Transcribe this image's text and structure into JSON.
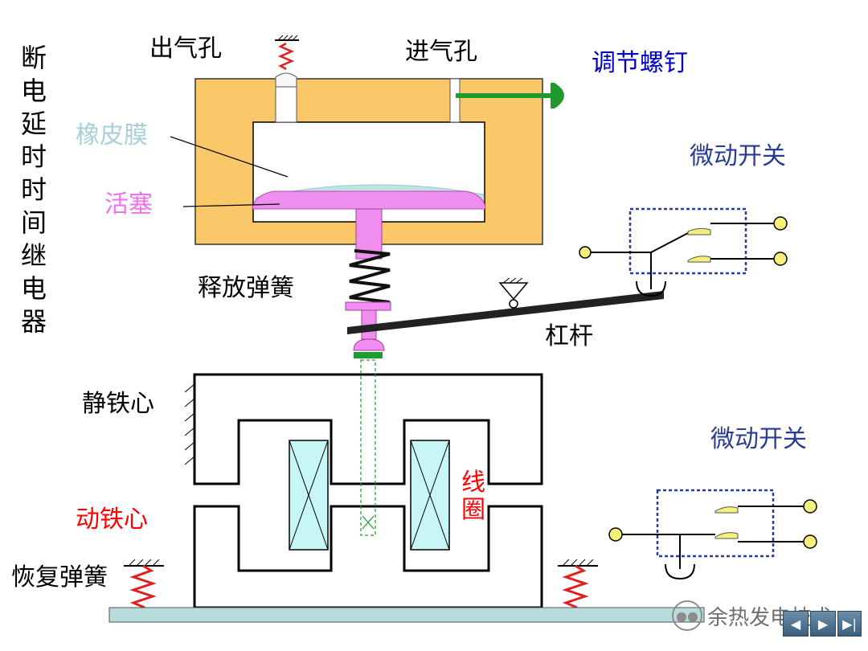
{
  "title": "断电延时时间继电器",
  "labels": {
    "outlet": "出气孔",
    "inlet": "进气孔",
    "adjust_screw": "调节螺钉",
    "rubber_membrane": "橡皮膜",
    "piston": "活塞",
    "micro_switch_top": "微动开关",
    "release_spring": "释放弹簧",
    "lever": "杠杆",
    "static_core": "静铁心",
    "micro_switch_bottom": "微动开关",
    "coil": "线圈",
    "moving_core": "动铁心",
    "reset_spring": "恢复弹簧"
  },
  "watermark": {
    "text": "余热发电技术"
  },
  "colors": {
    "chamber": "#fbc869",
    "membrane": "#bfe3e3",
    "piston": "#f08ef0",
    "coil": "#c8f5f5",
    "screw": "#1f9a2e",
    "switch_contact": "#f5f07a",
    "switch_box": "#2a3a9e",
    "base": "#b8dcdc",
    "label_blue": "#0000c8",
    "label_navy": "#283c96",
    "label_pink": "#f070f0",
    "label_red": "#ff0000",
    "label_lightblue": "#a8d0d8"
  },
  "icons": [
    "ground-hatch-icon",
    "wechat-icon",
    "nav-previous-icon",
    "nav-next-icon",
    "nav-end-icon"
  ]
}
